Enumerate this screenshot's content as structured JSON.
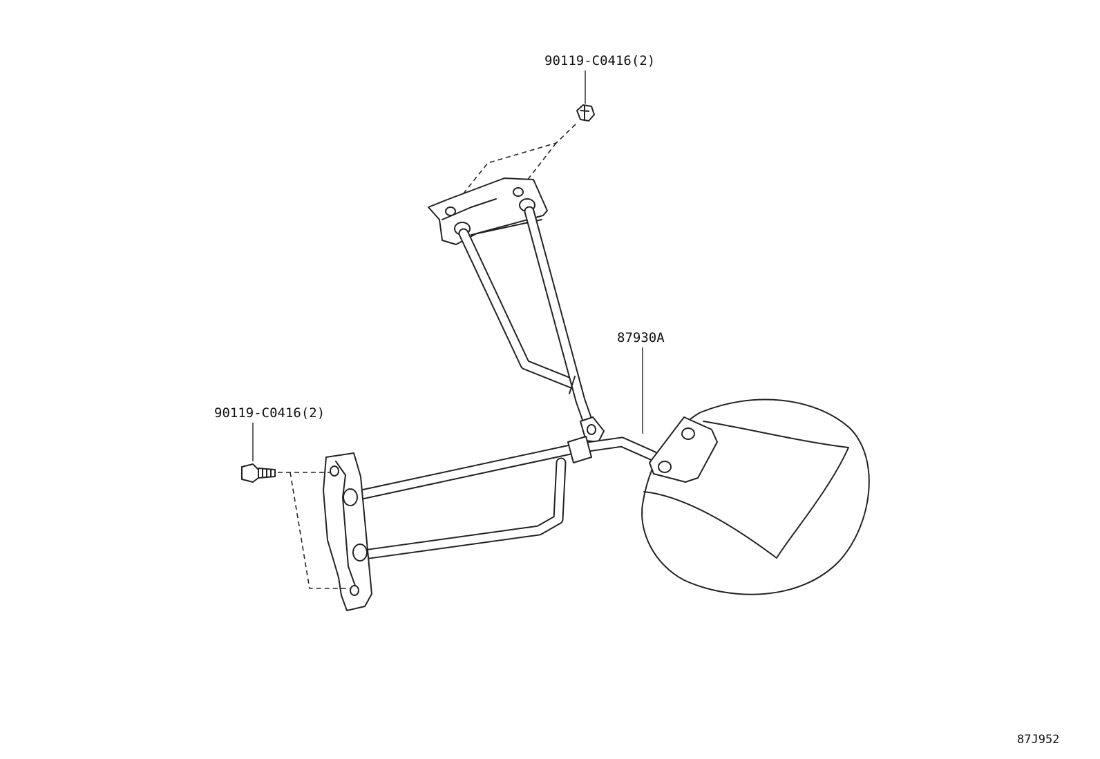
{
  "callouts": {
    "top_nut": "90119-C0416(2)",
    "side_bolt": "90119-C0416(2)",
    "mirror_assembly": "87930A"
  },
  "diagram_id": "87J952"
}
